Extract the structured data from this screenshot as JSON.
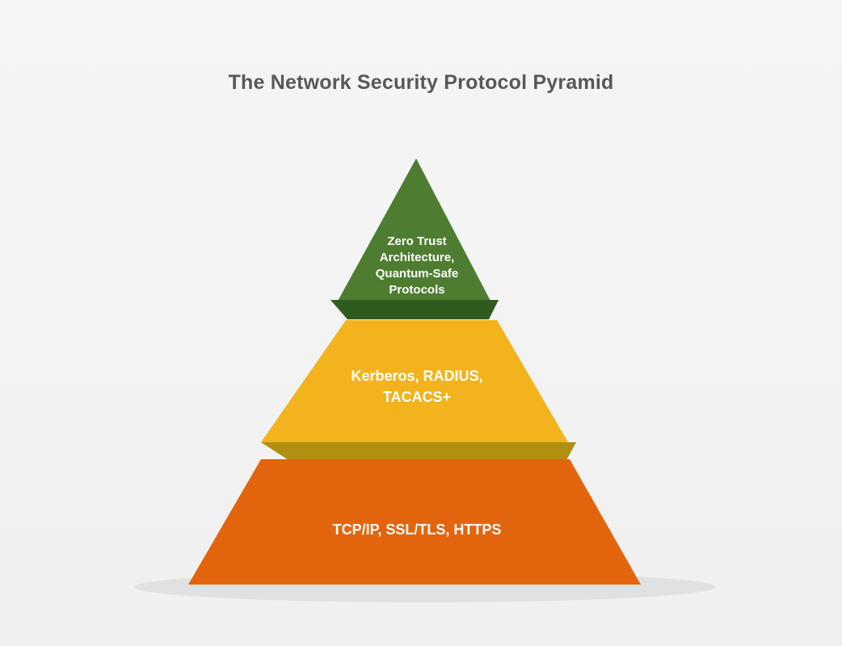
{
  "title": "The Network Security Protocol Pyramid",
  "pyramid": {
    "tiers": [
      {
        "id": "top",
        "label": "Zero Trust\nArchitecture,\nQuantum-Safe\nProtocols",
        "color": "#4e7d31",
        "edge_color": "#2f5c1e"
      },
      {
        "id": "middle",
        "label": "Kerberos, RADIUS,\nTACACS+",
        "color": "#f2b31c",
        "edge_color": "#b18f10"
      },
      {
        "id": "bottom",
        "label": "TCP/IP, SSL/TLS, HTTPS",
        "color": "#e2650e",
        "edge_color": null
      }
    ]
  },
  "colors": {
    "background": "#f2f2f2",
    "title_text": "#58585a",
    "label_text": "#ffffff",
    "ground_shadow": "#e1e1e1"
  }
}
